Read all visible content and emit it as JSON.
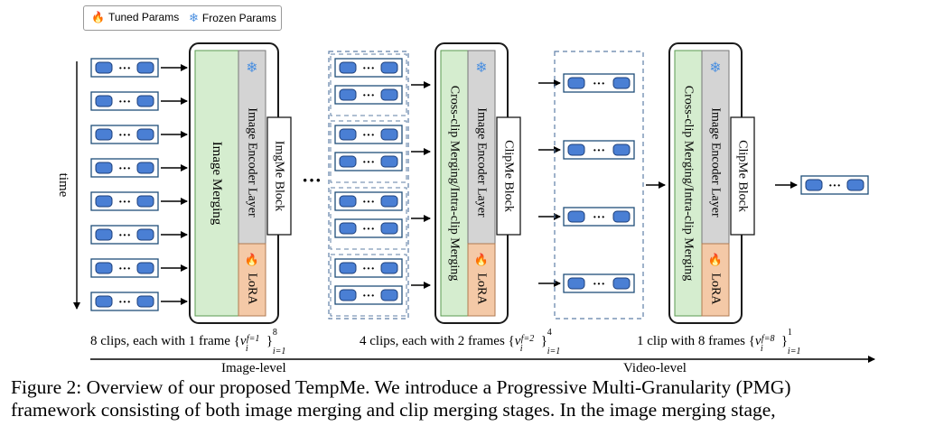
{
  "legend": {
    "tuned": "Tuned Params",
    "frozen": "Frozen Params"
  },
  "time_label": "time",
  "stages": [
    {
      "merge": "Image Merging",
      "encoder": "Image Encoder Layer",
      "lora": "LoRA",
      "block": "ImgMe Block"
    },
    {
      "merge": "Cross-clip Merging/Intra-clip Merging",
      "encoder": "Image Encoder Layer",
      "lora": "LoRA",
      "block": "ClipMe Block"
    },
    {
      "merge": "Cross-clip Merging/Intra-clip Merging",
      "encoder": "Image Encoder Layer",
      "lora": "LoRA",
      "block": "ClipMe Block"
    }
  ],
  "ellipsis": "···",
  "token_ellipsis": "···",
  "clip_labels": [
    {
      "text": "8 clips, each with 1 frame",
      "sup": "8",
      "sub": "i=1",
      "fsup": "f=1"
    },
    {
      "text": "4 clips, each with 2 frames",
      "sup": "4",
      "sub": "i=1",
      "fsup": "f=2"
    },
    {
      "text": "1 clip with 8 frames",
      "sup": "1",
      "sub": "i=1",
      "fsup": "f=8"
    }
  ],
  "level_labels": {
    "image": "Image-level",
    "video": "Video-level"
  },
  "caption": [
    "Figure 2: Overview of our proposed TempMe. We introduce a Progressive Multi-Granularity (PMG)",
    "framework consisting of both image merging and clip merging stages. In the image merging stage,"
  ],
  "colors": {
    "green": "#d5edcf",
    "gray": "#d4d4d4",
    "lora": "#f4c9a7",
    "token": "#4a7fd4",
    "frame": "#1f4e79",
    "dash": "#5f7fa6"
  }
}
